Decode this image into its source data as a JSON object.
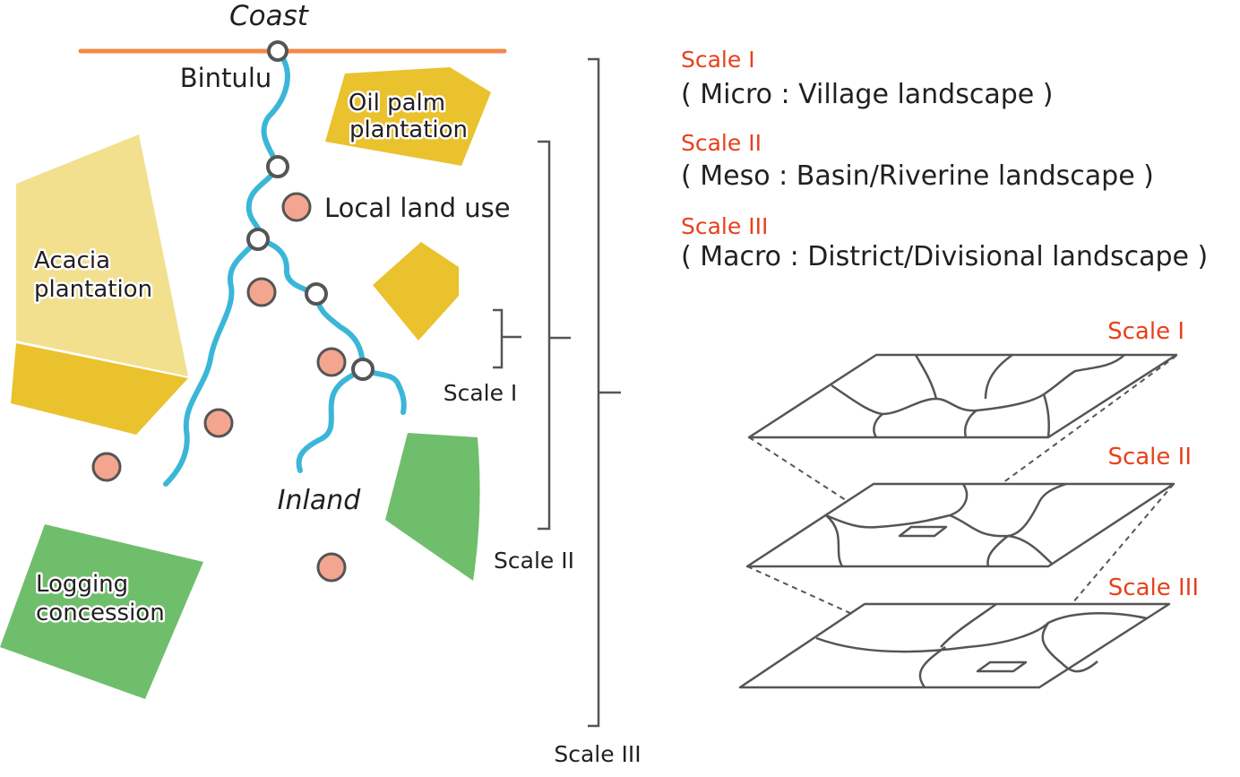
{
  "map": {
    "coast_label": "Coast",
    "bintulu_label": "Bintulu",
    "oil_palm_label_line1": "Oil palm",
    "oil_palm_label_line2": "plantation",
    "local_land_use_label": "Local land use",
    "acacia_label_line1": "Acacia",
    "acacia_label_line2": "plantation",
    "inland_label": "Inland",
    "logging_label_line1": "Logging",
    "logging_label_line2": "concession",
    "bracket_scale1_label": "Scale I",
    "bracket_scale2_label": "Scale II",
    "bracket_scale3_label": "Scale III"
  },
  "legend": {
    "scale1_title": "Scale I",
    "scale1_desc": "( Micro : Village landscape )",
    "scale2_title": "Scale II",
    "scale2_desc": "( Meso : Basin/Riverine landscape )",
    "scale3_title": "Scale III",
    "scale3_desc": "( Macro : District/Divisional landscape )"
  },
  "layers": {
    "scale1_label": "Scale I",
    "scale2_label": "Scale II",
    "scale3_label": "Scale III"
  },
  "colors": {
    "river": "#3bb6d8",
    "coastline": "#f0894a",
    "oil_palm": "#e9c22d",
    "acacia_light": "#f2e08f",
    "green": "#6fbe6b",
    "settlement": "#f4a58f",
    "scale_text": "#e8401c",
    "lines": "#555555"
  }
}
